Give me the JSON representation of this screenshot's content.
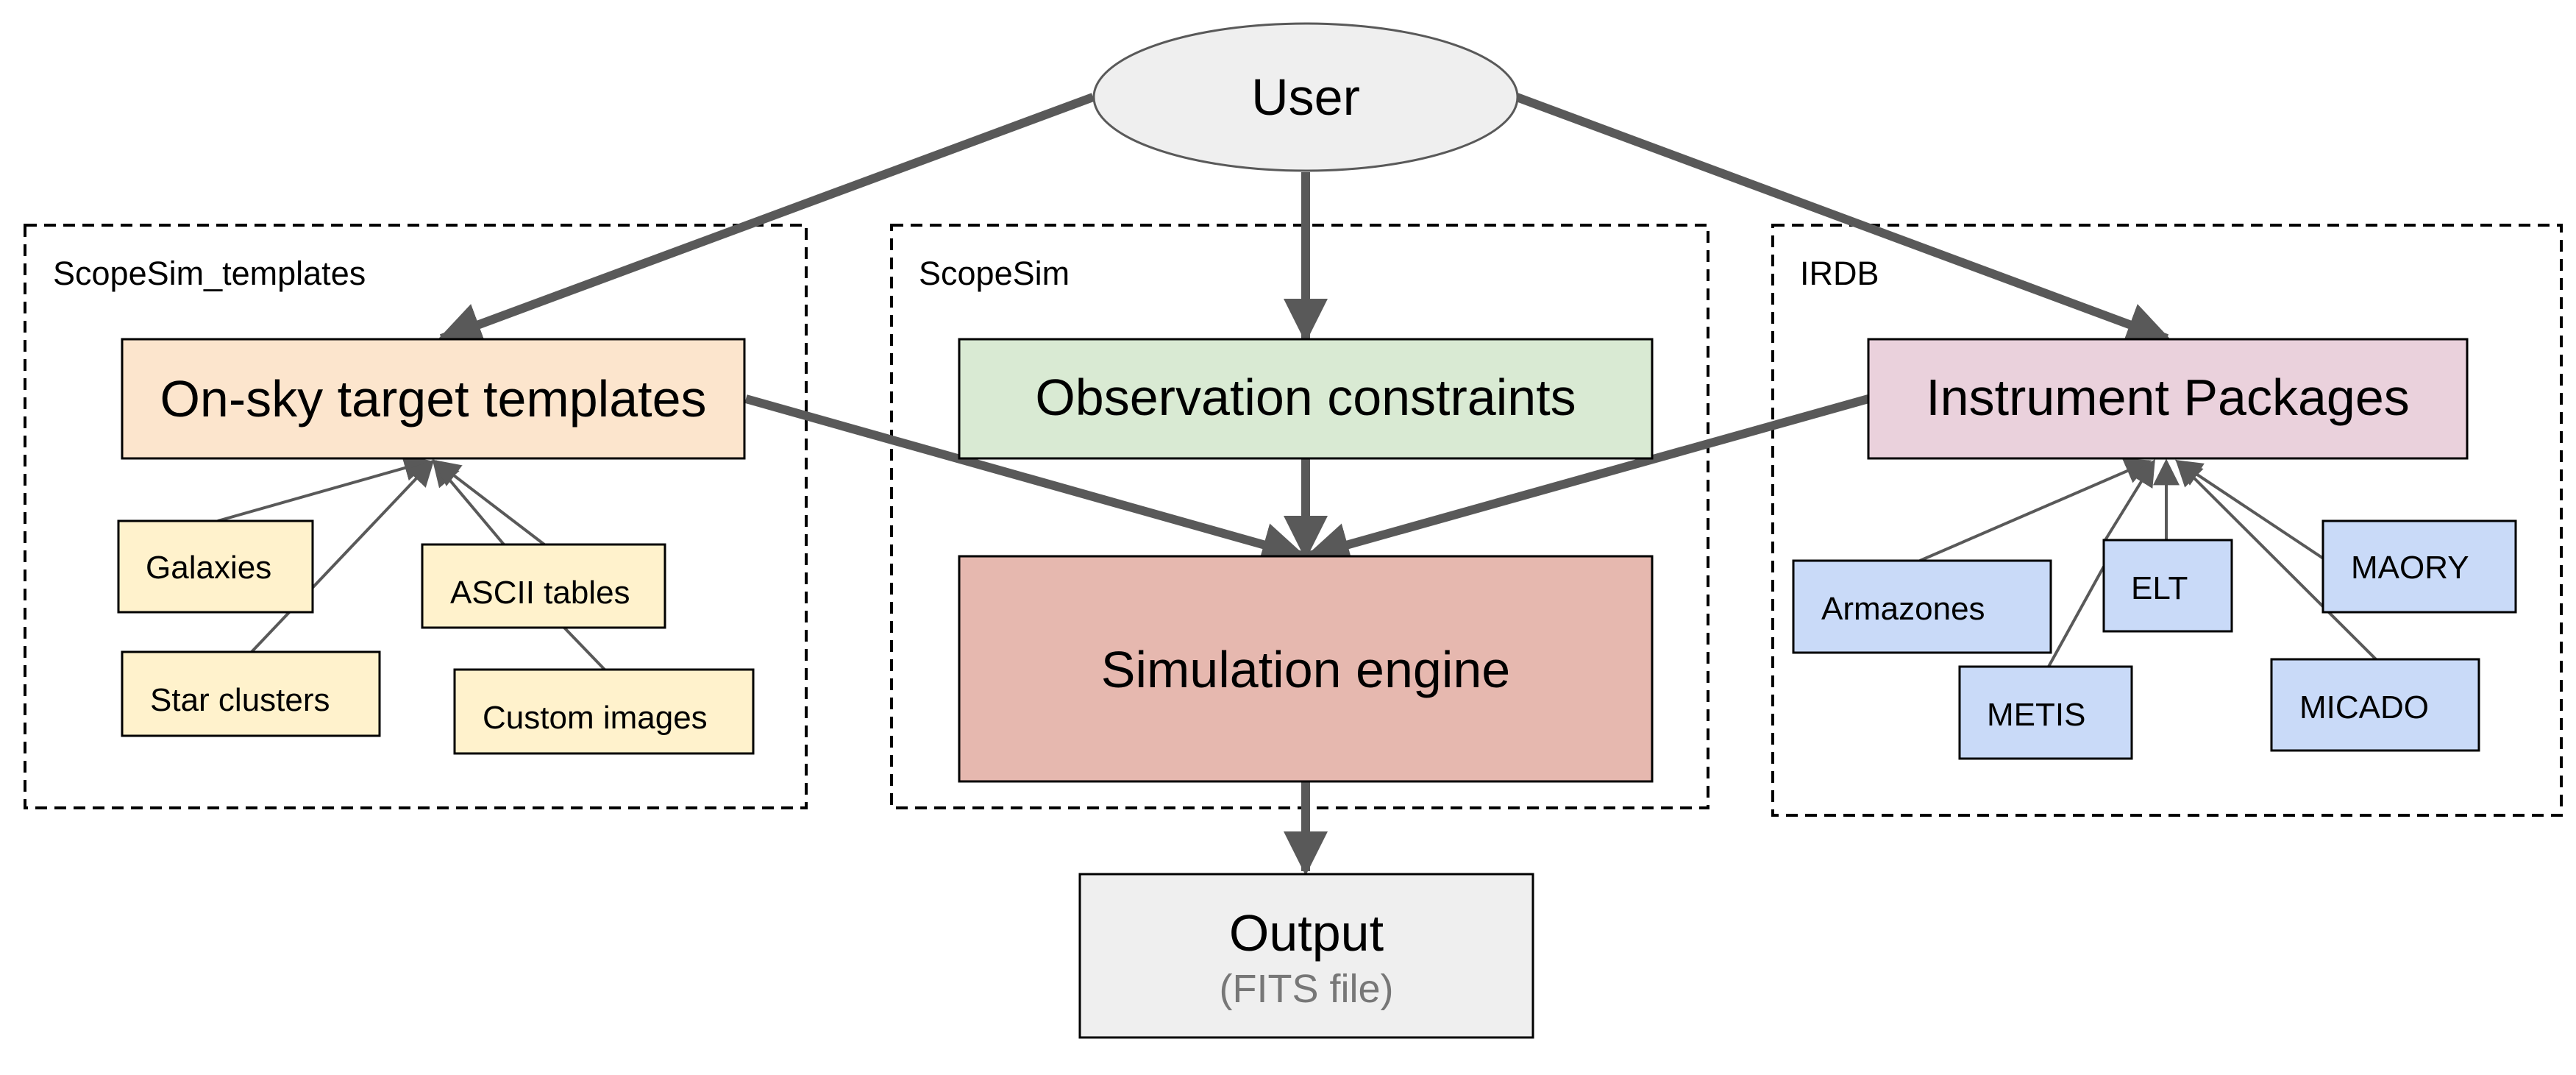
{
  "user": {
    "label": "User"
  },
  "groups": {
    "templates": {
      "label": "ScopeSim_templates"
    },
    "scopesim": {
      "label": "ScopeSim"
    },
    "irdb": {
      "label": "IRDB"
    }
  },
  "templates": {
    "main": "On-sky target templates",
    "items": {
      "galaxies": "Galaxies",
      "star_clusters": "Star clusters",
      "ascii_tables": "ASCII tables",
      "custom_images": "Custom images"
    }
  },
  "scopesim": {
    "constraints": "Observation constraints",
    "engine": "Simulation engine"
  },
  "irdb": {
    "main": "Instrument Packages",
    "items": {
      "armazones": "Armazones",
      "elt": "ELT",
      "metis": "METIS",
      "maory": "MAORY",
      "micado": "MICADO"
    }
  },
  "output": {
    "title": "Output",
    "subtitle": "(FITS file)"
  },
  "colors": {
    "arrow": "#595959",
    "thin_line": "#595959",
    "user_fill": "#efefef",
    "templates_fill": "#fce5cd",
    "template_item_fill": "#fff2cc",
    "constraints_fill": "#d9ead3",
    "engine_fill": "#e6b8af",
    "irdb_fill": "#ead1dc",
    "irdb_item_fill": "#c9daf8",
    "output_fill": "#efefef"
  }
}
